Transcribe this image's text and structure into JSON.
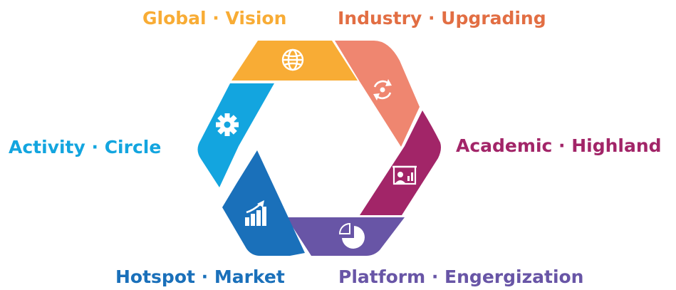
{
  "diagram": {
    "segments": [
      {
        "id": "global",
        "label": "Global · Vision",
        "color": "#F8AC35",
        "icon": "globe-icon"
      },
      {
        "id": "industry",
        "label": "Industry · Upgrading",
        "color": "#EF8670",
        "icon": "refresh-cycle-icon"
      },
      {
        "id": "academic",
        "label": "Academic · Highland",
        "color": "#A22568",
        "icon": "presenter-board-icon"
      },
      {
        "id": "platform",
        "label": "Platform · Engergization",
        "color": "#6855A6",
        "icon": "pie-chart-icon"
      },
      {
        "id": "hotspot",
        "label": "Hotspot · Market",
        "color": "#1A70BA",
        "icon": "growth-bars-icon"
      },
      {
        "id": "activity",
        "label": "Activity · Circle",
        "color": "#13A5DF",
        "icon": "gear-icon"
      }
    ],
    "label_colors": {
      "global": "#F8AC35",
      "industry": "#E26E43",
      "academic": "#A22568",
      "platform": "#6855A6",
      "hotspot": "#1A70BA",
      "activity": "#13A5DF"
    }
  }
}
